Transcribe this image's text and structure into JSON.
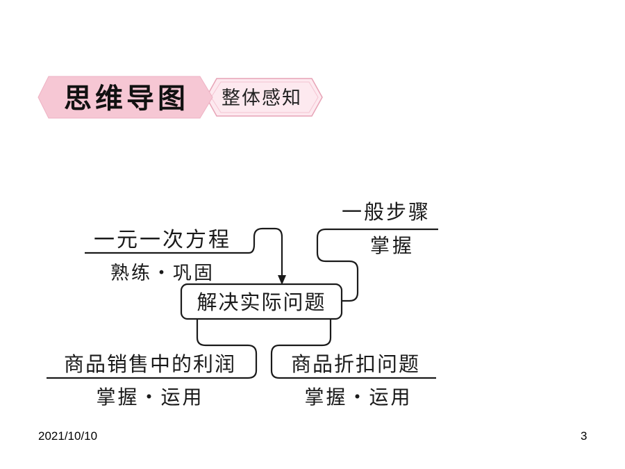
{
  "header": {
    "title": "思维导图",
    "subtitle": "整体感知"
  },
  "diagram": {
    "center": "解决实际问题",
    "top_left": {
      "label": "一元一次方程",
      "note": "熟练・巩固"
    },
    "top_right": {
      "label": "一般步骤",
      "note": "掌握"
    },
    "bottom_left": {
      "label": "商品销售中的利润",
      "note": "掌握・运用"
    },
    "bottom_right": {
      "label": "商品折扣问题",
      "note": "掌握・运用"
    }
  },
  "footer": {
    "date": "2021/10/10",
    "page": "3"
  },
  "colors": {
    "banner_fill": "#f6c7d4",
    "banner_light": "#fde9ef",
    "banner_stroke": "#e7a3b6",
    "ink": "#1a1a1a"
  }
}
